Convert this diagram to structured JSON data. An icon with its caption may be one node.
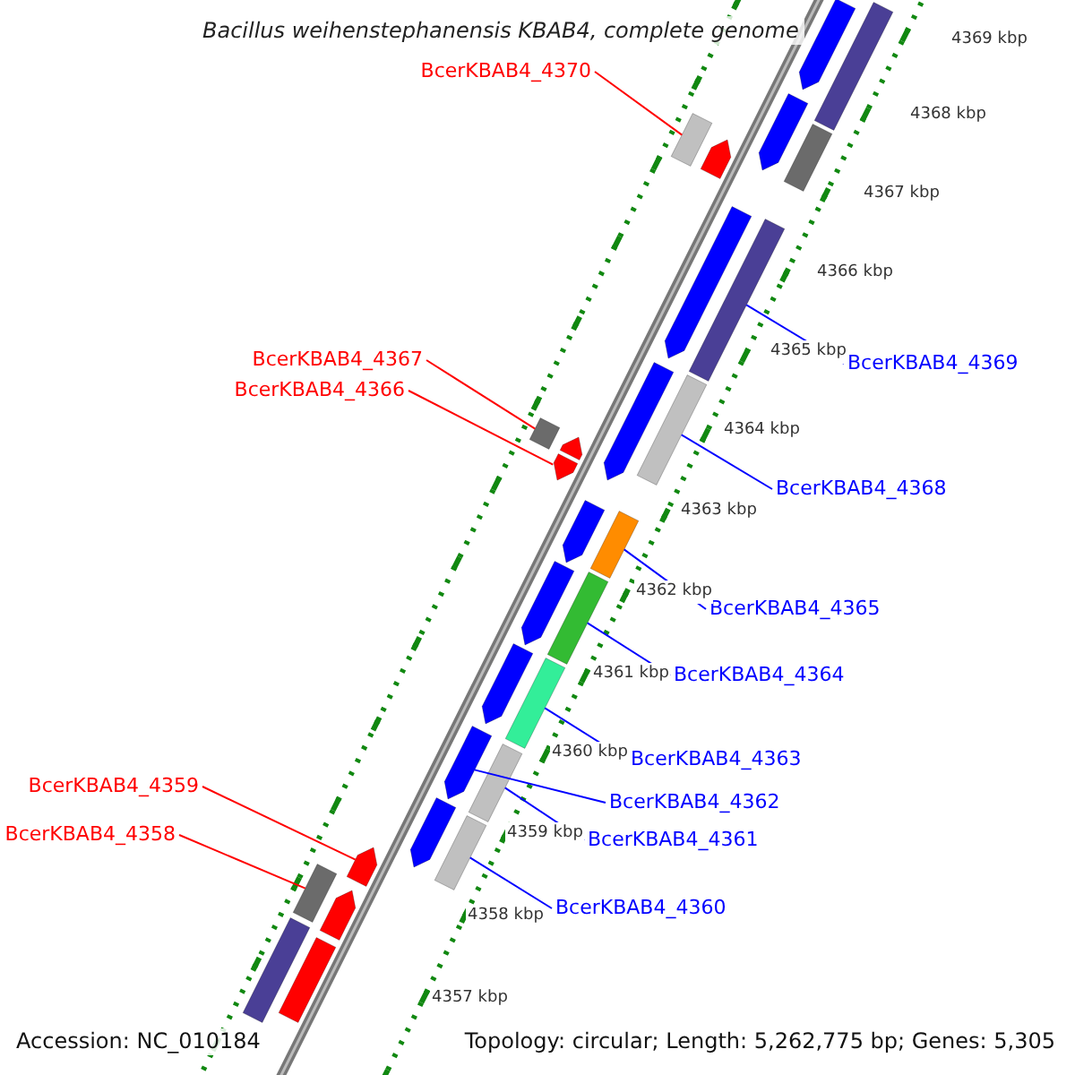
{
  "diagram": {
    "title": "Bacillus weihenstephanensis KBAB4, complete genome",
    "nodes": [
      {
        "text": [
          "BcerKBAB4_4370"
        ]
      },
      {
        "text": [],
        "shape": "bar"
      },
      {
        "text": [
          "BcerKBAB4_4367"
        ]
      },
      {
        "text": [],
        "shape": "bar"
      },
      {
        "text": [
          "BcerKBAB4_4366"
        ]
      },
      {
        "text": [],
        "shape": "arrow"
      },
      {
        "text": [
          "BcerKBAB4_4369"
        ]
      },
      {
        "text": [],
        "shape": "bar"
      },
      {
        "text": [
          "BcerKBAB4_4368"
        ]
      },
      {
        "text": [],
        "shape": "bar"
      },
      {
        "text": [
          "BcerKBAB4_4365"
        ]
      },
      {
        "text": [],
        "shape": "bar"
      },
      {
        "text": [
          "BcerKBAB4_4364"
        ]
      },
      {
        "text": [],
        "shape": "bar"
      },
      {
        "text": [
          "BcerKBAB4_4363"
        ]
      },
      {
        "text": [],
        "shape": "bar"
      },
      {
        "text": [
          "BcerKBAB4_4362"
        ]
      },
      {
        "text": [],
        "shape": "arrow"
      },
      {
        "text": [
          "BcerKBAB4_4361"
        ]
      },
      {
        "text": [],
        "shape": "bar"
      },
      {
        "text": [
          "BcerKBAB4_4360"
        ]
      },
      {
        "text": [],
        "shape": "bar"
      },
      {
        "text": [
          "BcerKBAB4_4359"
        ]
      },
      {
        "text": [],
        "shape": "arrow"
      },
      {
        "text": [
          "BcerKBAB4_4358"
        ]
      },
      {
        "text": [],
        "shape": "bar"
      },
      {
        "text": [],
        "shape": "bar"
      },
      {
        "text": [],
        "shape": "arrow"
      },
      {
        "text": [],
        "shape": "bar"
      },
      {
        "text": [],
        "shape": "arrow"
      },
      {
        "text": [],
        "shape": "bar"
      },
      {
        "text": [],
        "shape": "arrow"
      },
      {
        "text": [],
        "shape": "arrow"
      },
      {
        "text": [],
        "shape": "arrow"
      },
      {
        "text": [],
        "shape": "arrow"
      },
      {
        "text": [],
        "shape": "arrow"
      },
      {
        "text": [],
        "shape": "arrow"
      },
      {
        "text": [],
        "shape": "arrow"
      },
      {
        "text": [],
        "shape": "arrow"
      },
      {
        "text": [],
        "shape": "arrow"
      },
      {
        "text": [],
        "shape": "bar"
      }
    ],
    "edges": [
      {
        "from": 0,
        "to": 1,
        "arrow": "none",
        "color": "#ff0000"
      },
      {
        "from": 2,
        "to": 3,
        "arrow": "none",
        "color": "#ff0000"
      },
      {
        "from": 4,
        "to": 5,
        "arrow": "none",
        "color": "#ff0000"
      },
      {
        "from": 6,
        "to": 7,
        "arrow": "none"
      },
      {
        "from": 8,
        "to": 9,
        "arrow": "none"
      },
      {
        "from": 10,
        "to": 11,
        "arrow": "none"
      },
      {
        "from": 12,
        "to": 13,
        "arrow": "none"
      },
      {
        "from": 14,
        "to": 15,
        "arrow": "none"
      },
      {
        "from": 16,
        "to": 17,
        "arrow": "none"
      },
      {
        "from": 18,
        "to": 19,
        "arrow": "none"
      },
      {
        "from": 20,
        "to": 21,
        "arrow": "none"
      },
      {
        "from": 22,
        "to": 23,
        "arrow": "none",
        "color": "#ff0000"
      },
      {
        "from": 24,
        "to": 25,
        "arrow": "none",
        "color": "#ff0000"
      }
    ],
    "labels": [
      "4369 kbp",
      "4368 kbp",
      "4367 kbp",
      "4366 kbp",
      "4365 kbp",
      "4364 kbp",
      "4363 kbp",
      "4362 kbp",
      "4361 kbp",
      "4360 kbp",
      "4359 kbp",
      "4358 kbp",
      "4357 kbp",
      "Accession: NC_010184",
      "Topology: circular; Length: 5,262,775 bp; Genes: 5,305"
    ]
  }
}
